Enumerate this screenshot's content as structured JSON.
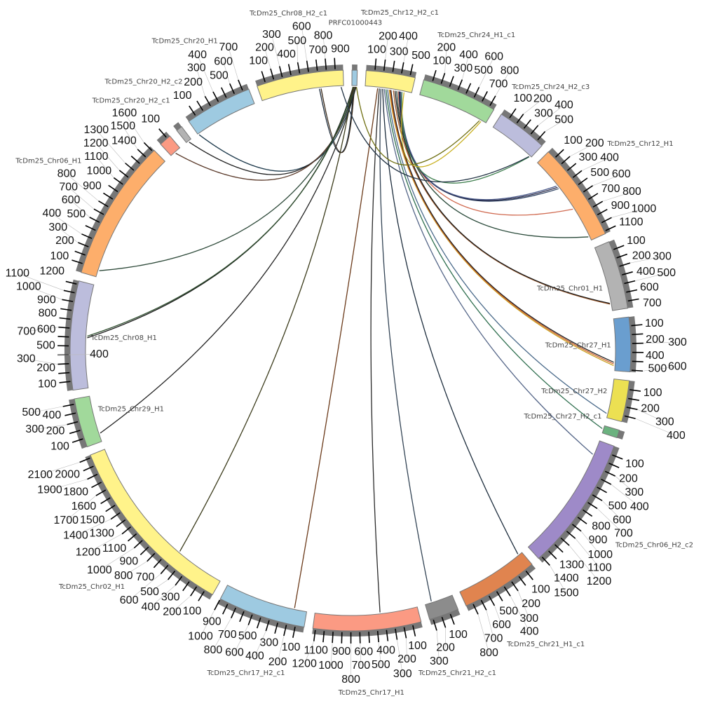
{
  "title": "Circos synteny plot",
  "segments": [
    {
      "name": "PRFC01000443",
      "length": 60,
      "color": "#9ecae1"
    },
    {
      "name": "TcDm25_Chr12_H2_c1",
      "length": 560,
      "color": "#fff38a"
    },
    {
      "name": "TcDm25_Chr24_H1_c1",
      "length": 860,
      "color": "#a1d99b"
    },
    {
      "name": "TcDm25_Chr24_H2_c3",
      "length": 580,
      "color": "#bcbddc"
    },
    {
      "name": "TcDm25_Chr12_H1",
      "length": 1130,
      "color": "#fdae6b"
    },
    {
      "name": "TcDm25_Chr01_H1",
      "length": 780,
      "color": "#b3b3b3"
    },
    {
      "name": "TcDm25_Chr27_H1",
      "length": 620,
      "color": "#6a9ecf"
    },
    {
      "name": "TcDm25_Chr27_H2",
      "length": 470,
      "color": "#ece052"
    },
    {
      "name": "TcDm25_Chr27_H2_c1",
      "length": 90,
      "color": "#6bb27f"
    },
    {
      "name": "TcDm25_Chr06_H2_c2",
      "length": 1540,
      "color": "#9e8ac8"
    },
    {
      "name": "TcDm25_Chr21_H1_c1",
      "length": 880,
      "color": "#e0844f"
    },
    {
      "name": "TcDm25_Chr21_H2_c1",
      "length": 340,
      "color": "#8c8c8c"
    },
    {
      "name": "TcDm25_Chr17_H1",
      "length": 1230,
      "color": "#fb9a83"
    },
    {
      "name": "TcDm25_Chr17_H2_c1",
      "length": 1000,
      "color": "#9ecae1"
    },
    {
      "name": "TcDm25_Chr02_H1",
      "length": 2130,
      "color": "#fff38a"
    },
    {
      "name": "TcDm25_Chr29_H1",
      "length": 560,
      "color": "#a1d99b"
    },
    {
      "name": "TcDm25_Chr08_H1",
      "length": 1240,
      "color": "#bcbddc"
    },
    {
      "name": "TcDm25_Chr06_H1",
      "length": 1620,
      "color": "#fdae6b"
    },
    {
      "name": "TcDm25_Chr20_H2_c1",
      "length": 140,
      "color": "#fb9a83"
    },
    {
      "name": "TcDm25_Chr20_H2_c2",
      "length": 70,
      "color": "#b3b3b3"
    },
    {
      "name": "TcDm25_Chr20_H1",
      "length": 770,
      "color": "#9ecae1"
    },
    {
      "name": "TcDm25_Chr08_H2_c1",
      "length": 990,
      "color": "#fff38a"
    }
  ],
  "links": [
    [
      0,
      20,
      21,
      700,
      "#1b2a3a"
    ],
    [
      0,
      30,
      21,
      720,
      "#3a2a1a"
    ],
    [
      0,
      40,
      20,
      10,
      "#1f3b4d"
    ],
    [
      0,
      25,
      19,
      30,
      "#222222"
    ],
    [
      0,
      35,
      18,
      60,
      "#5a3a2a"
    ],
    [
      0,
      45,
      17,
      80,
      "#2e4a3a"
    ],
    [
      0,
      15,
      16,
      600,
      "#1a1a1a"
    ],
    [
      0,
      22,
      16,
      620,
      "#2f4f2f"
    ],
    [
      0,
      50,
      15,
      100,
      "#222222"
    ],
    [
      0,
      12,
      14,
      600,
      "#3b3b1b"
    ],
    [
      1,
      150,
      13,
      150,
      "#6b3a1a"
    ],
    [
      1,
      170,
      12,
      450,
      "#2a2a2a"
    ],
    [
      1,
      190,
      11,
      260,
      "#334455"
    ],
    [
      1,
      210,
      10,
      50,
      "#1d2d3d"
    ],
    [
      1,
      230,
      9,
      180,
      "#556688"
    ],
    [
      1,
      250,
      8,
      40,
      "#2f6f4f"
    ],
    [
      1,
      270,
      7,
      420,
      "#4a6a8a"
    ],
    [
      1,
      290,
      6,
      560,
      "#c8a020"
    ],
    [
      1,
      300,
      6,
      540,
      "#d0602a"
    ],
    [
      1,
      310,
      6,
      520,
      "#222222"
    ],
    [
      1,
      340,
      5,
      700,
      "#a05a2a"
    ],
    [
      1,
      360,
      5,
      690,
      "#1a1a1a"
    ],
    [
      1,
      380,
      4,
      1080,
      "#2a4a3a"
    ],
    [
      1,
      400,
      4,
      700,
      "#d06a50"
    ],
    [
      1,
      410,
      4,
      400,
      "#2b3f5f"
    ],
    [
      1,
      420,
      4,
      380,
      "#1f1f3f"
    ],
    [
      1,
      430,
      4,
      360,
      "#4a5a8a"
    ],
    [
      1,
      445,
      3,
      560,
      "#3f7f4f"
    ],
    [
      1,
      470,
      2,
      800,
      "#c8b020"
    ],
    [
      21,
      960,
      3,
      555,
      "#223344"
    ],
    [
      0,
      55,
      2,
      780,
      "#6e6e10"
    ]
  ]
}
